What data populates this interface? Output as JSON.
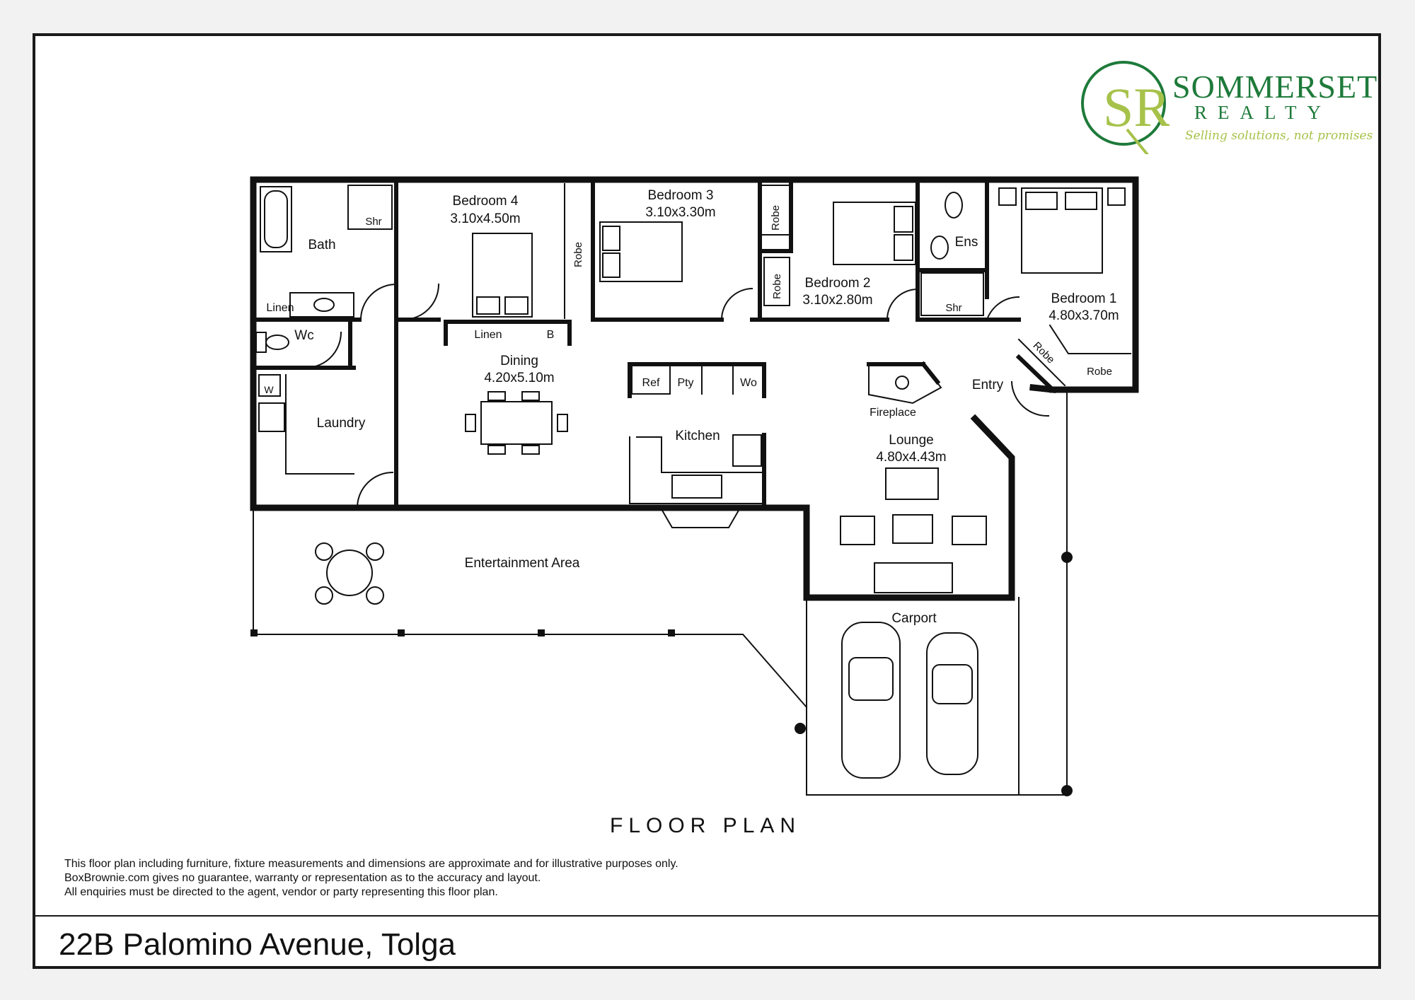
{
  "brand": {
    "name": "SOMMERSET",
    "sub": "REALTY",
    "tagline": "Selling solutions, not promises",
    "monogram": "SR",
    "colors": {
      "green": "#1e7a3a",
      "lime": "#a7c24a"
    }
  },
  "plan_title": "FLOOR PLAN",
  "rooms": {
    "bath": "Bath",
    "bath_shr": "Shr",
    "linen1": "Linen",
    "wc": "Wc",
    "washer": "W",
    "laundry": "Laundry",
    "bed4_name": "Bedroom 4",
    "bed4_dim": "3.10x4.50m",
    "robe_b4": "Robe",
    "linen2": "Linen",
    "b": "B",
    "bed3_name": "Bedroom 3",
    "bed3_dim": "3.10x3.30m",
    "robe_b3": "Robe",
    "robe_b2": "Robe",
    "bed2_name": "Bedroom 2",
    "bed2_dim": "3.10x2.80m",
    "ens": "Ens",
    "ens_shr": "Shr",
    "bed1_name": "Bedroom 1",
    "bed1_dim": "4.80x3.70m",
    "robe_b1a": "Robe",
    "robe_b1b": "Robe",
    "dining_name": "Dining",
    "dining_dim": "4.20x5.10m",
    "ref": "Ref",
    "pty": "Pty",
    "wo": "Wo",
    "kitchen": "Kitchen",
    "fireplace": "Fireplace",
    "entry": "Entry",
    "lounge_name": "Lounge",
    "lounge_dim": "4.80x4.43m",
    "entertainment": "Entertainment Area",
    "carport": "Carport"
  },
  "disclaimer": [
    "This floor plan including furniture, fixture measurements and dimensions are approximate and for illustrative purposes only.",
    "BoxBrownie.com gives no guarantee, warranty or representation as to the accuracy and layout.",
    "All enquiries must be directed to the agent, vendor or party representing this floor plan."
  ],
  "address": "22B Palomino Avenue, Tolga"
}
